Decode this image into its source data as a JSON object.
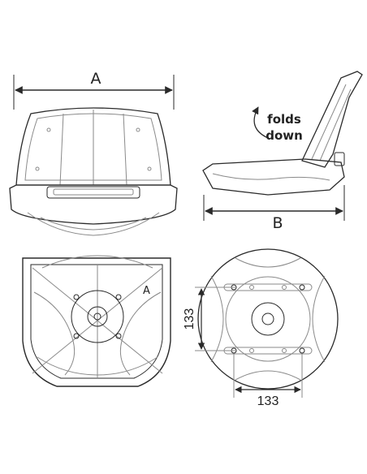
{
  "labels": {
    "dim_a": "A",
    "dim_b": "B",
    "bottom_mark": "A",
    "fold_line1": "folds",
    "fold_line2": "down",
    "base_vertical": "133",
    "base_horizontal": "133"
  },
  "colors": {
    "line": "#2a2a2a",
    "light": "#8a8a8a",
    "background": "#ffffff"
  }
}
